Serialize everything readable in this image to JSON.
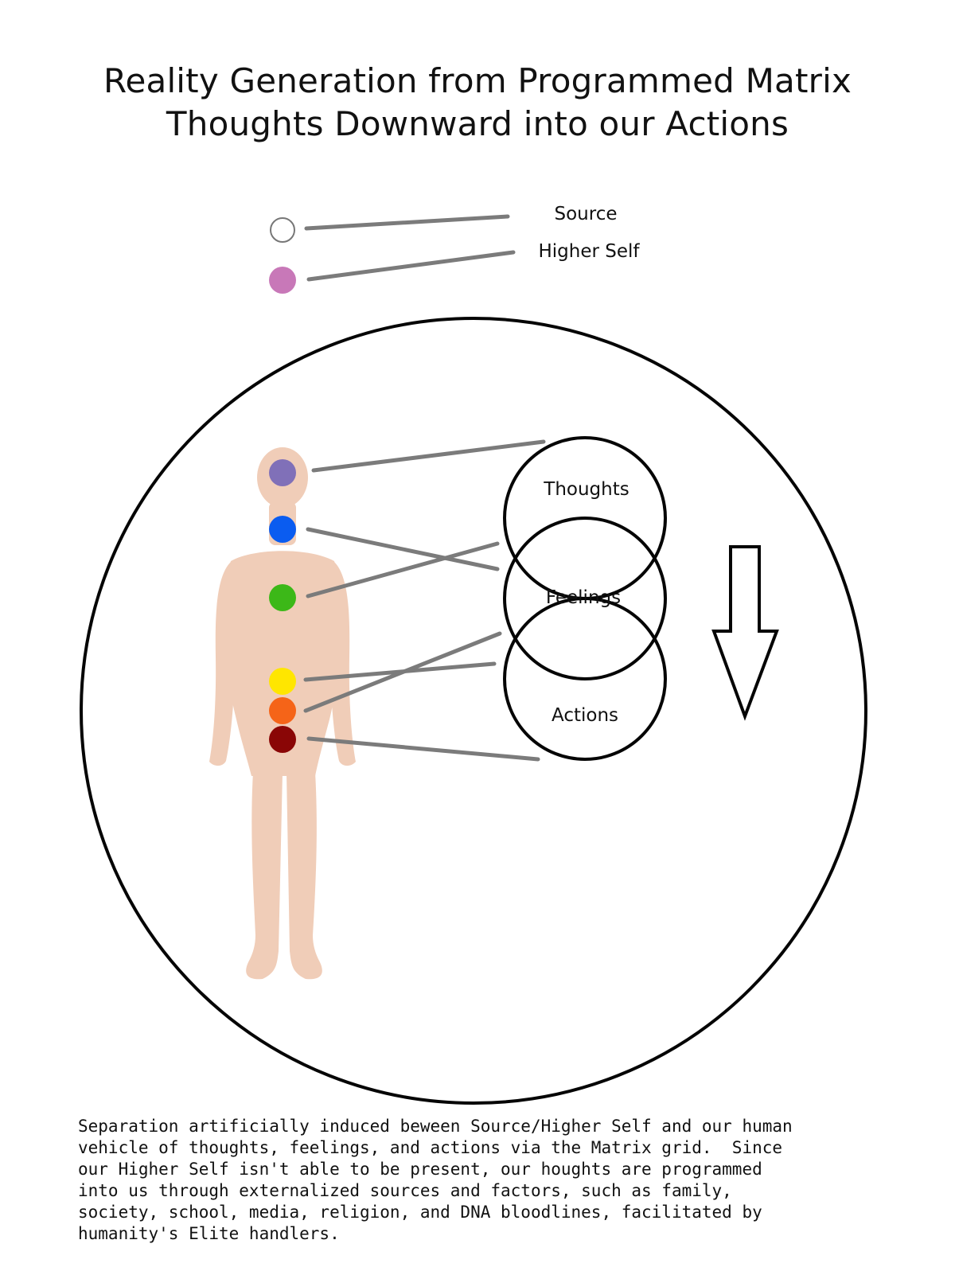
{
  "title": {
    "line1": "Reality Generation from Programmed Matrix",
    "line2": "Thoughts Downward into our Actions"
  },
  "labels": {
    "source": "Source",
    "higher_self": "Higher Self",
    "thoughts": "Thoughts",
    "feelings": "Feelings",
    "actions": "Actions"
  },
  "colors": {
    "source": "#ffffff",
    "higher_self": "#c878b8",
    "crown": "#8070b8",
    "throat": "#0a5cf0",
    "heart": "#3cb818",
    "solar_plexus": "#ffe600",
    "sacral": "#f56418",
    "root": "#8a0606",
    "connector": "#7b7b7b",
    "body": "#f0cdb8"
  },
  "icons": {
    "arrow": "arrow-down-icon"
  },
  "caption": "Separation artificially induced beween Source/Higher Self and our human\nvehicle of thoughts, feelings, and actions via the Matrix grid.  Since\nour Higher Self isn't able to be present, our houghts are programmed\ninto us through externalized sources and factors, such as family,\nsociety, school, media, religion, and DNA bloodlines, facilitated by\nhumanity's Elite handlers."
}
